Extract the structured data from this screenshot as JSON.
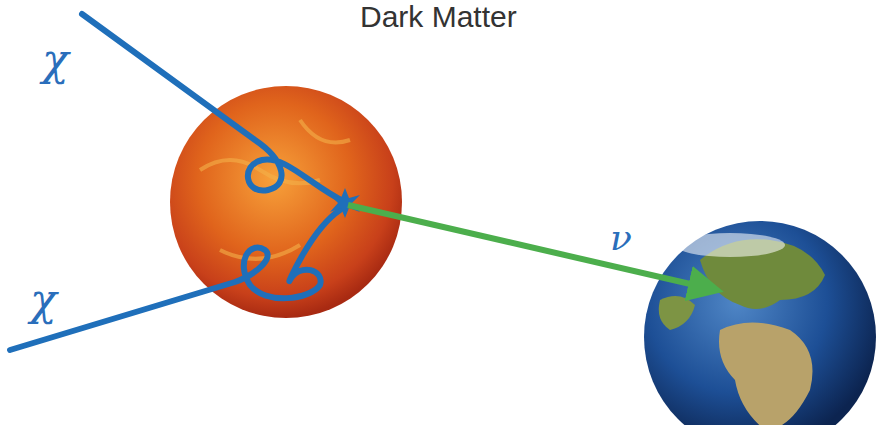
{
  "diagram": {
    "title": "Dark Matter",
    "labels": [
      "χ",
      "χ",
      "ν"
    ]
  }
}
